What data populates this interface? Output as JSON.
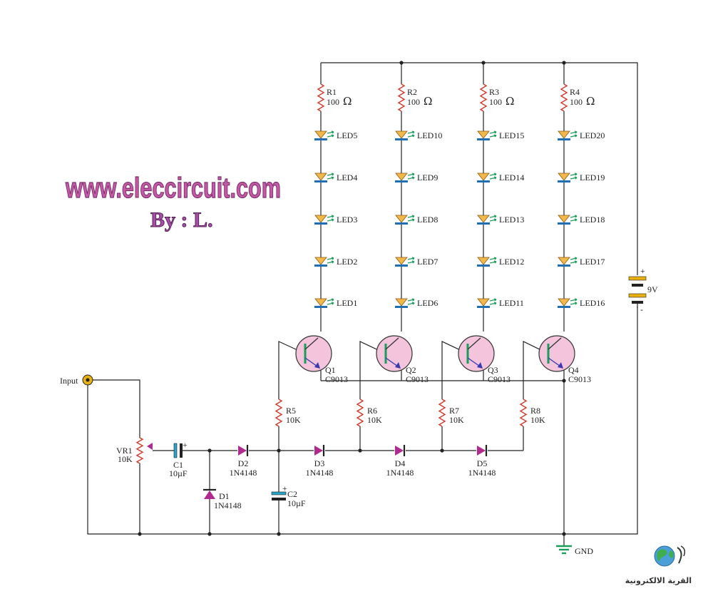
{
  "watermark": {
    "site": "www.eleccircuit.com",
    "byline": "By : L.",
    "logo_text": "القرية الالكترونية"
  },
  "battery": {
    "label": "9V",
    "plus": "+",
    "minus": "-"
  },
  "input_label": "Input",
  "gnd_label": "GND",
  "columns": [
    {
      "res_name": "R1",
      "res_value": "100",
      "leds": [
        "LED5",
        "LED4",
        "LED3",
        "LED2",
        "LED1"
      ],
      "transistor": "Q1",
      "transistor_type": "C9013",
      "base_res_name": "R5",
      "base_res_value": "10K"
    },
    {
      "res_name": "R2",
      "res_value": "100",
      "leds": [
        "LED10",
        "LED9",
        "LED8",
        "LED7",
        "LED6"
      ],
      "transistor": "Q2",
      "transistor_type": "C9013",
      "base_res_name": "R6",
      "base_res_value": "10K"
    },
    {
      "res_name": "R3",
      "res_value": "100",
      "leds": [
        "LED15",
        "LED14",
        "LED13",
        "LED12",
        "LED11"
      ],
      "transistor": "Q3",
      "transistor_type": "C9013",
      "base_res_name": "R7",
      "base_res_value": "10K"
    },
    {
      "res_name": "R4",
      "res_value": "100",
      "leds": [
        "LED20",
        "LED19",
        "LED18",
        "LED17",
        "LED16"
      ],
      "transistor": "Q4",
      "transistor_type": "C9013",
      "base_res_name": "R8",
      "base_res_value": "10K"
    }
  ],
  "ohm_symbol": "Ω",
  "vr1": {
    "name": "VR1",
    "value": "10K"
  },
  "c1": {
    "name": "C1",
    "value": "10µF",
    "polarity": "+"
  },
  "c2": {
    "name": "C2",
    "value": "10µF",
    "polarity": "+"
  },
  "d1": {
    "name": "D1",
    "type": "1N4148"
  },
  "chain_diodes": [
    {
      "name": "D2",
      "type": "1N4148"
    },
    {
      "name": "D3",
      "type": "1N4148"
    },
    {
      "name": "D4",
      "type": "1N4148"
    },
    {
      "name": "D5",
      "type": "1N4148"
    }
  ],
  "colors": {
    "led": "#f2b84b",
    "led_arrow": "#1a9e5a",
    "resistor": "#d0392b",
    "transistor_fill": "#f4c3dc",
    "diode": "#b02a8f",
    "capacitor": "#2aa3c9",
    "ground": "#1a9e5a"
  }
}
